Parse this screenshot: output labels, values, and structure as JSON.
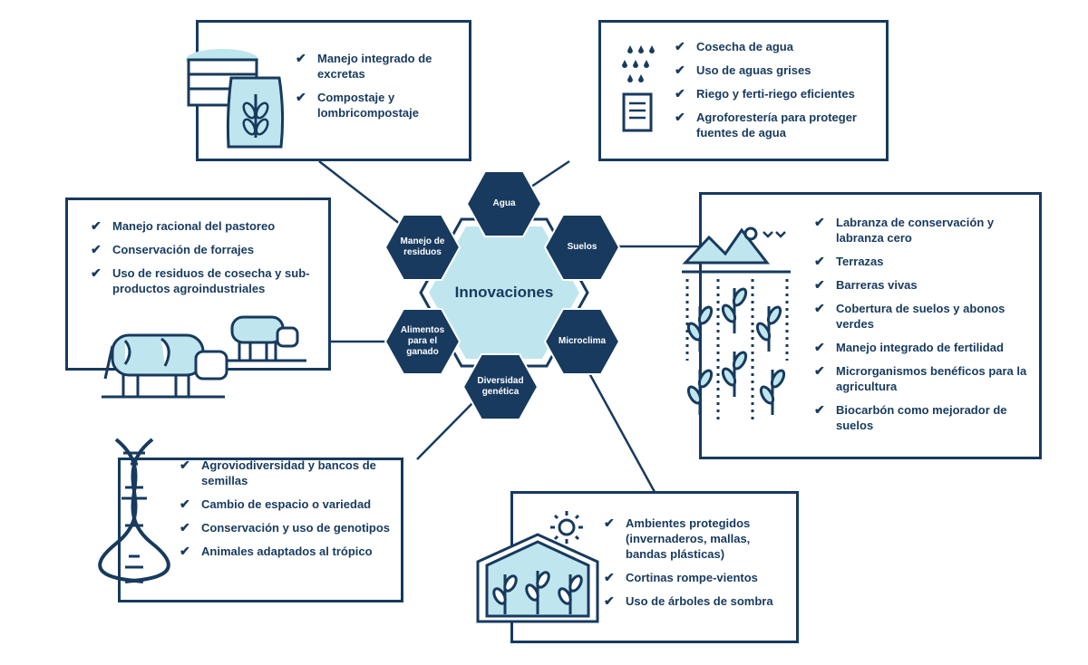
{
  "colors": {
    "navy": "#173a5e",
    "light_blue": "#bfe6ee",
    "white": "#ffffff"
  },
  "center": {
    "label": "Innovaciones"
  },
  "hexagons": [
    {
      "id": "agua",
      "label": "Agua"
    },
    {
      "id": "suelos",
      "label": "Suelos"
    },
    {
      "id": "microclima",
      "label": "Microclima"
    },
    {
      "id": "diversidad",
      "label": "Diversidad genética"
    },
    {
      "id": "alimentos",
      "label": "Alimentos para el ganado"
    },
    {
      "id": "residuos",
      "label": "Manejo de residuos"
    }
  ],
  "boxes": {
    "residuos": {
      "icon": "fertilizer-sack-icon",
      "items": [
        "Manejo integrado de excretas",
        "Compostaje y lombricompostaje"
      ]
    },
    "agua": {
      "icon": "water-drops-icon",
      "items": [
        "Cosecha de agua",
        "Uso de aguas grises",
        "Riego y ferti-riego eficientes",
        "Agroforestería para proteger fuentes de agua"
      ]
    },
    "alimentos": {
      "icon": "cows-icon",
      "items": [
        "Manejo racional del pastoreo",
        "Conservación de forrajes",
        "Uso de residuos de cosecha y sub-productos agroindustriales"
      ]
    },
    "suelos": {
      "icon": "crops-field-icon",
      "items": [
        "Labranza de conservación y labranza cero",
        "Terrazas",
        "Barreras vivas",
        "Cobertura de suelos y abonos verdes",
        "Manejo integrado de fertilidad",
        "Microrganismos benéficos para la agricultura",
        "Biocarbón como mejorador de suelos"
      ]
    },
    "diversidad": {
      "icon": "dna-icon",
      "items": [
        "Agroviodiversidad y bancos de semillas",
        "Cambio de espacio o variedad",
        "Conservación y uso de genotipos",
        "Animales adaptados al trópico"
      ]
    },
    "microclima": {
      "icon": "greenhouse-icon",
      "items": [
        "Ambientes protegidos (invernaderos, mallas, bandas plásticas)",
        "Cortinas rompe-vientos",
        "Uso de árboles de sombra"
      ]
    }
  }
}
